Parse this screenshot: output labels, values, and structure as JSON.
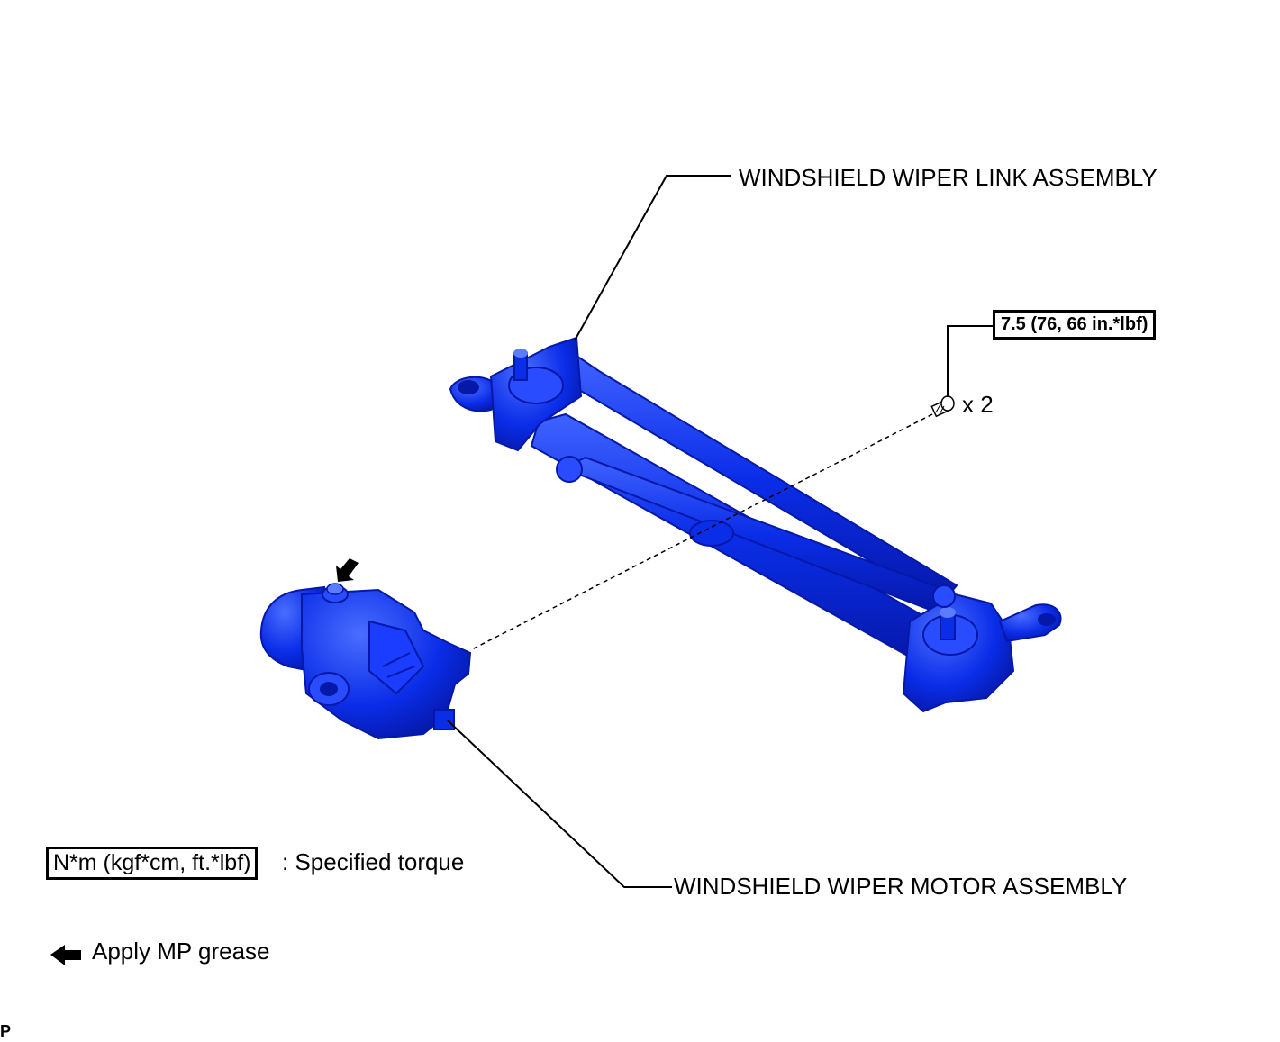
{
  "labels": {
    "link_assembly": "WINDSHIELD WIPER LINK ASSEMBLY",
    "motor_assembly": "WINDSHIELD WIPER MOTOR ASSEMBLY",
    "torque_value": "7.5 (76, 66 in.*lbf)",
    "bolt_count": "x 2"
  },
  "legend": {
    "torque_unit": "N*m (kgf*cm, ft.*lbf)",
    "torque_desc": ": Specified torque",
    "grease_desc": "Apply MP grease"
  },
  "corner_mark": "P",
  "colors": {
    "part_fill": "#0a2de8",
    "part_dark": "#0618a8",
    "part_highlight": "#5a7cff",
    "line": "#000000"
  }
}
